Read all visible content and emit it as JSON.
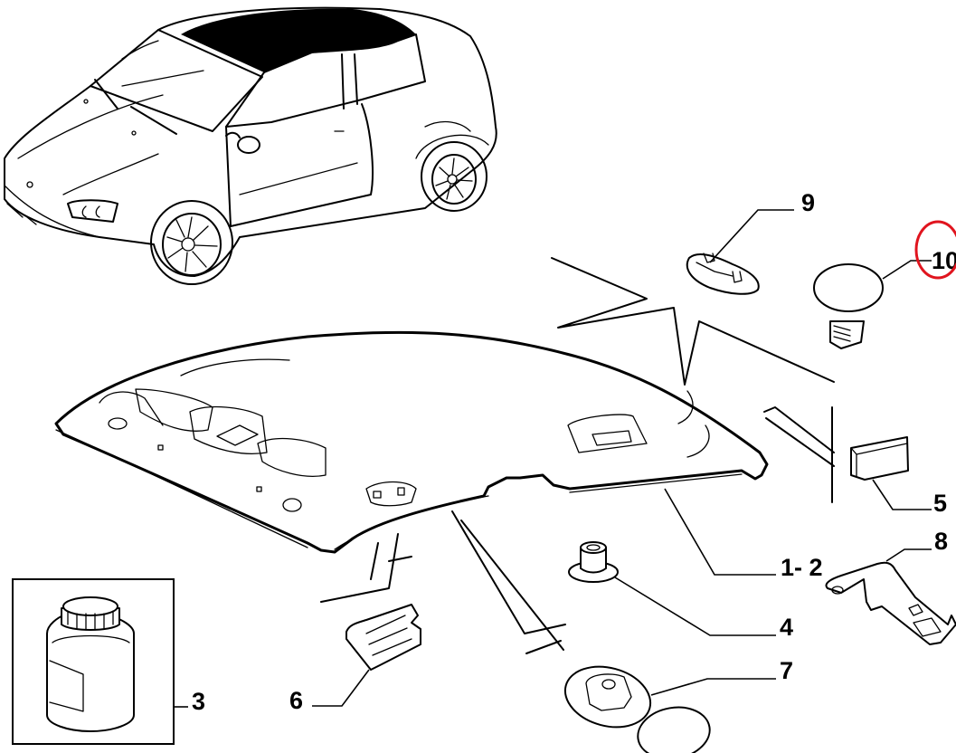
{
  "diagram": {
    "title": "Roof headliner exploded parts view",
    "highlight_color": "#e0141e",
    "line_color": "#000000",
    "background": "#ffffff",
    "callouts": [
      {
        "id": "1-2",
        "label": "1- 2",
        "part": "headliner"
      },
      {
        "id": "3",
        "label": "3",
        "part": "adhesive-bottle"
      },
      {
        "id": "4",
        "label": "4",
        "part": "spacer-bushing"
      },
      {
        "id": "5",
        "label": "5",
        "part": "foam-pad"
      },
      {
        "id": "6",
        "label": "6",
        "part": "retaining-clip"
      },
      {
        "id": "7",
        "label": "7",
        "part": "clip-with-cover"
      },
      {
        "id": "8",
        "label": "8",
        "part": "bracket"
      },
      {
        "id": "9",
        "label": "9",
        "part": "trim-clip"
      },
      {
        "id": "10",
        "label": "10",
        "part": "push-pin-plug",
        "highlighted": true
      }
    ]
  }
}
